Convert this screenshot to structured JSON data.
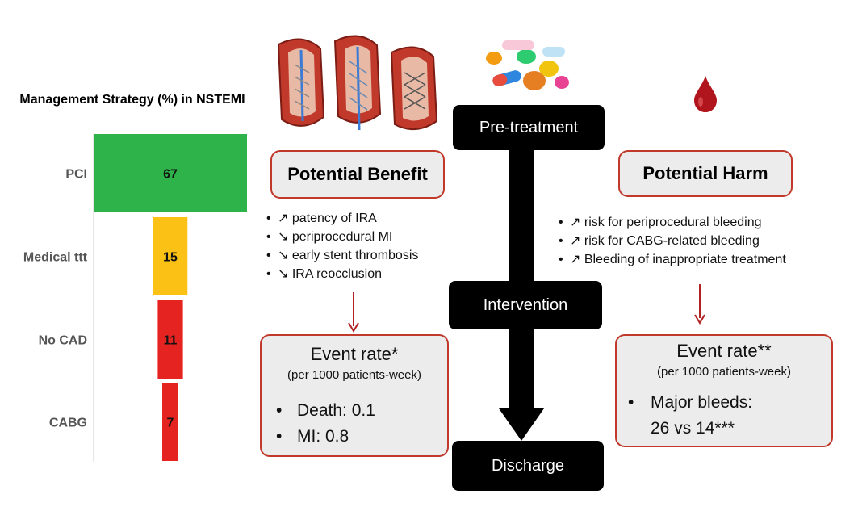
{
  "chart_data": {
    "type": "bar",
    "orientation": "horizontal",
    "title": "Management Strategy (%) in NSTEMI",
    "categories": [
      "PCI",
      "Medical ttt",
      "No CAD",
      "CABG"
    ],
    "values": [
      67,
      15,
      11,
      7
    ],
    "colors": [
      "#2db34a",
      "#fbc115",
      "#e52421",
      "#e52421"
    ],
    "centered": true,
    "xlim": [
      0,
      67
    ],
    "grid": false,
    "legend": "none"
  },
  "benefit": {
    "title": "Potential Benefit",
    "items": [
      {
        "symbol": "↗",
        "text": "patency of IRA"
      },
      {
        "symbol": "↘",
        "text": "periprocedural MI"
      },
      {
        "symbol": "↘",
        "text": "early stent thrombosis"
      },
      {
        "symbol": "↘",
        "text": "IRA reocclusion"
      }
    ],
    "event": {
      "title": "Event rate*",
      "subtitle": "(per 1000 patients-week)",
      "items": [
        "Death: 0.1",
        "MI: 0.8"
      ]
    }
  },
  "harm": {
    "title": "Potential Harm",
    "items": [
      {
        "symbol": "↗",
        "text": "risk for periprocedural bleeding"
      },
      {
        "symbol": "↗",
        "text": "risk for CABG-related bleeding"
      },
      {
        "symbol": "↗",
        "text": "Bleeding of inappropriate treatment"
      }
    ],
    "event": {
      "title": "Event rate**",
      "subtitle": "(per 1000 patients-week)",
      "items": [
        "Major bleeds:",
        "26 vs 14***"
      ]
    }
  },
  "timeline": {
    "stages": [
      "Pre-treatment",
      "Intervention",
      "Discharge"
    ]
  },
  "colors": {
    "box_border": "#c0392b",
    "box_fill": "#ececec",
    "arrow_red": "#b22222",
    "timeline": "#000000"
  },
  "icons": {
    "stents": "stent-artery-illustration-icon",
    "pills": "pills-illustration-icon",
    "blood": "blood-drop-icon"
  }
}
